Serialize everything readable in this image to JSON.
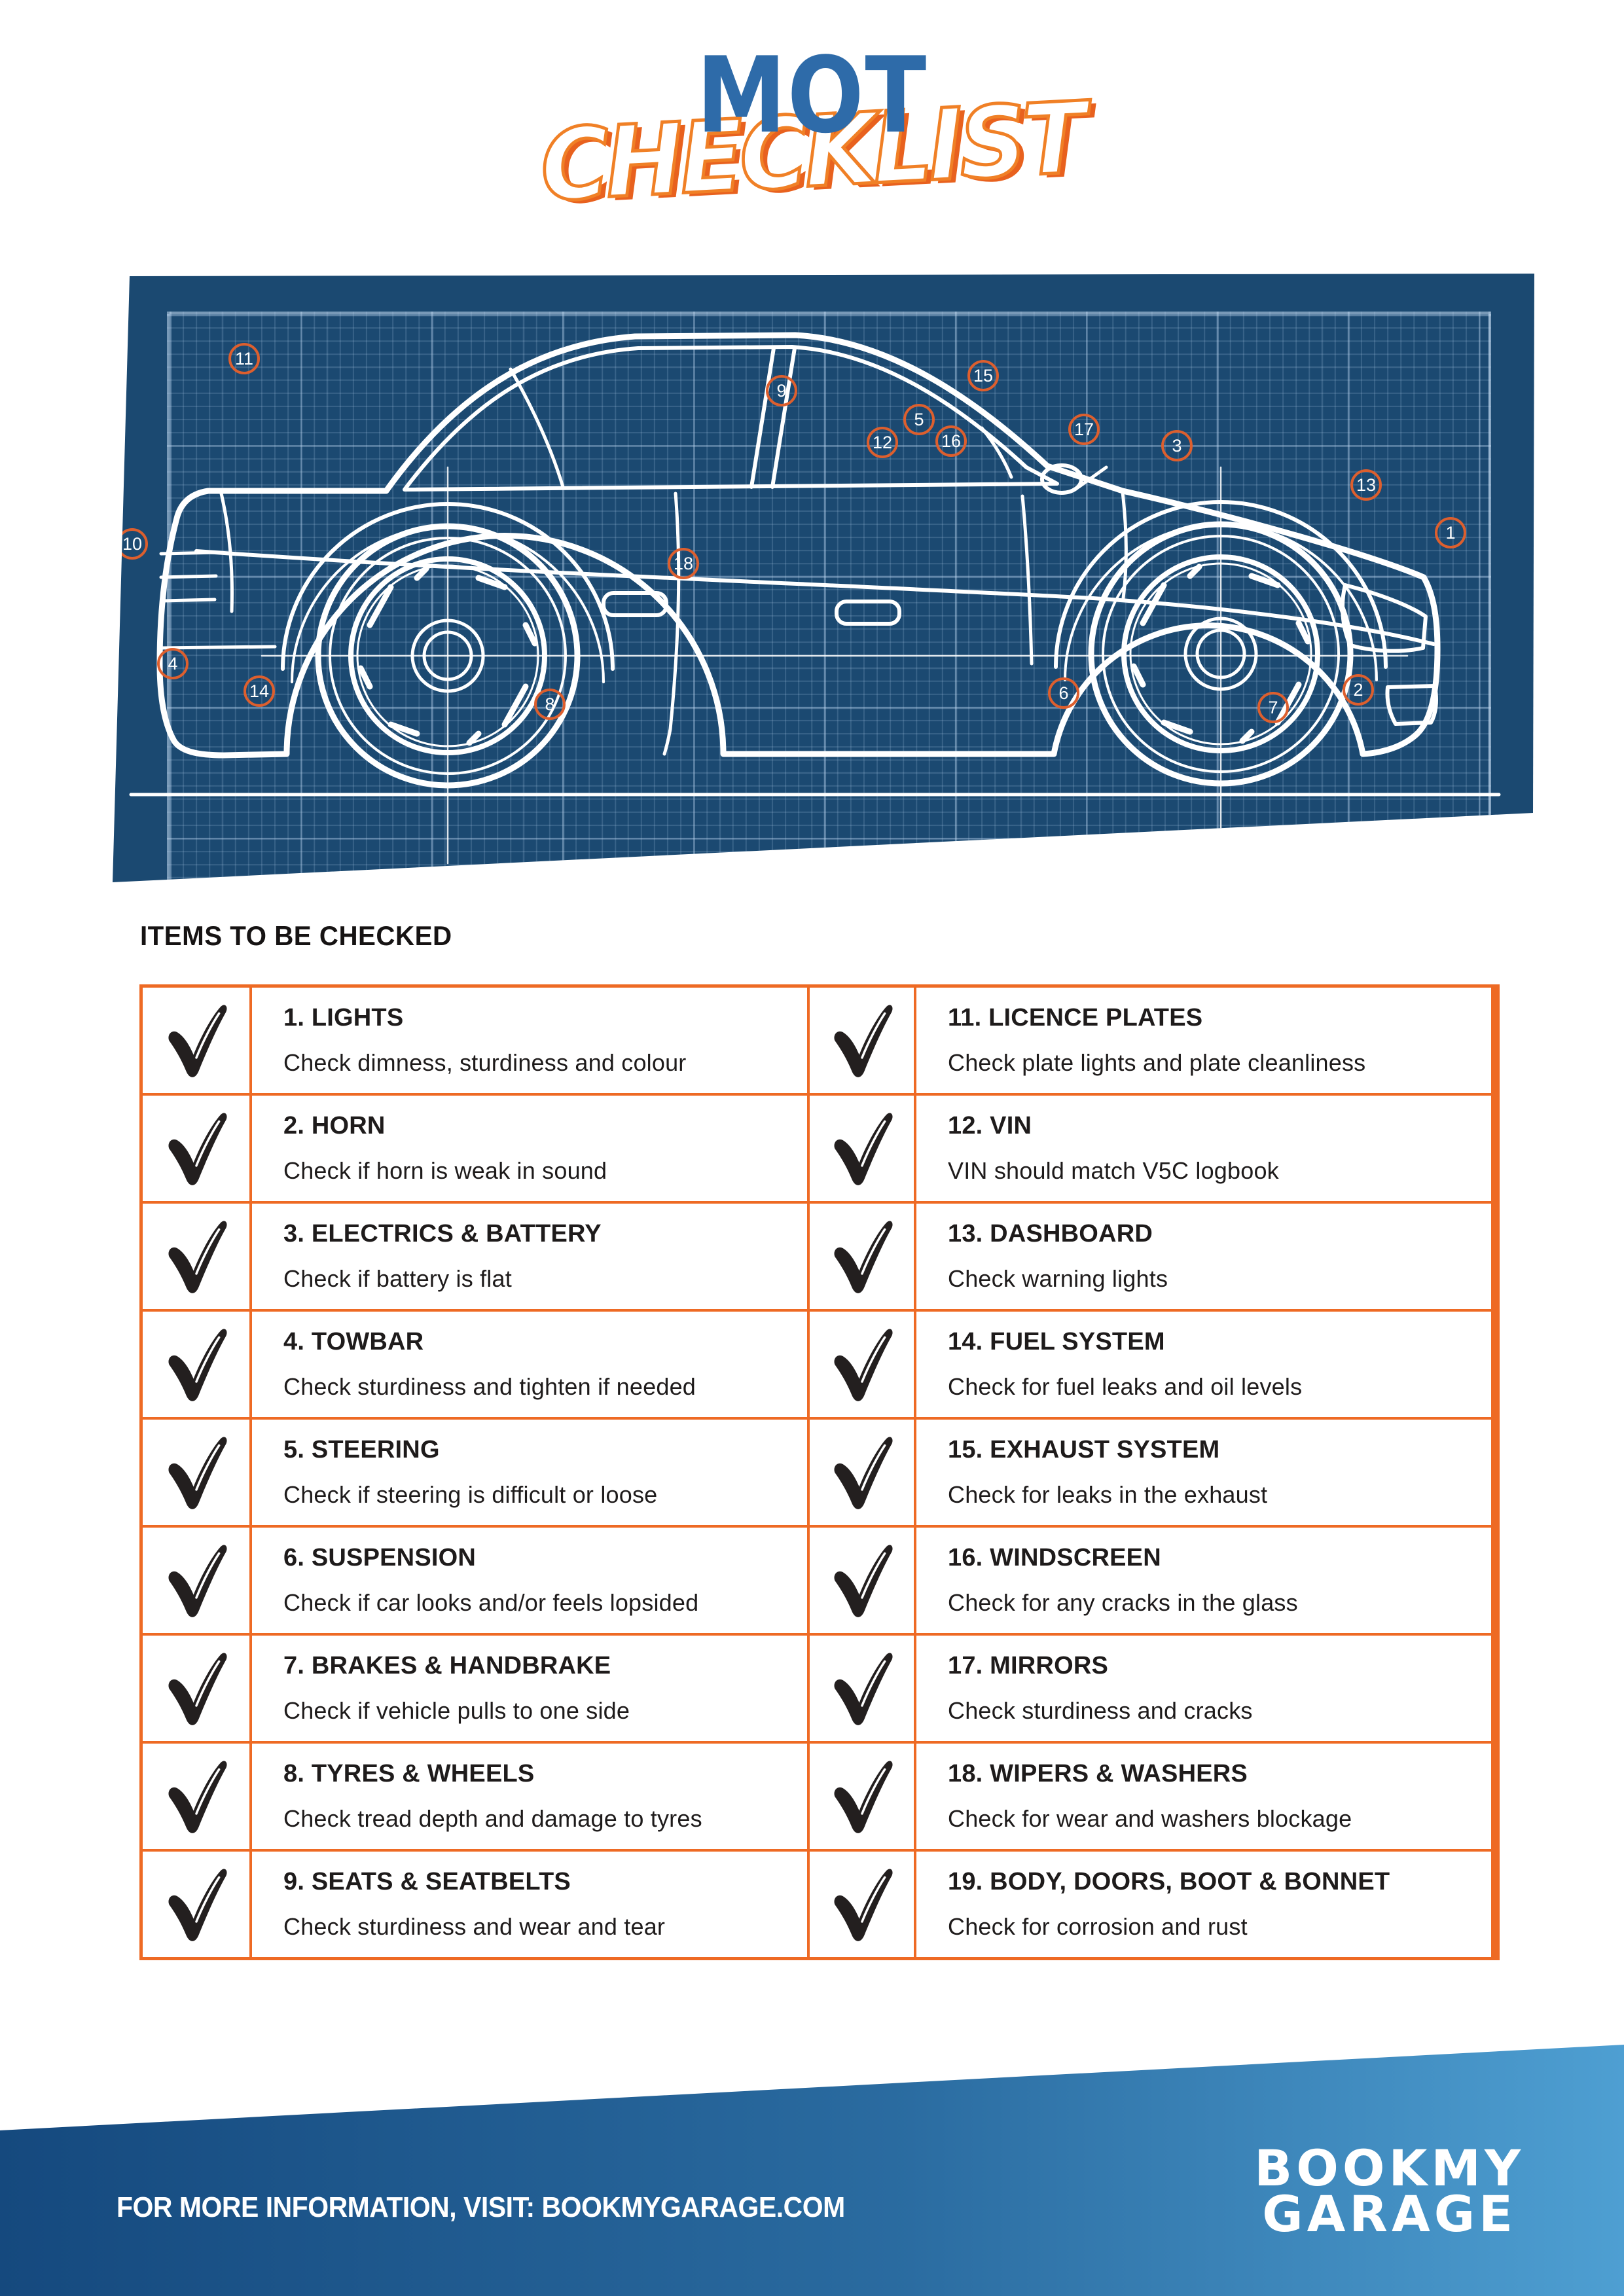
{
  "header": {
    "title": "MOT",
    "subtitle": "CHECKLIST"
  },
  "colors": {
    "title_blue": "#2e6ba9",
    "subtitle_orange": "#f08026",
    "blueprint_navy": "#1b4971",
    "table_border_orange": "#ee6a24",
    "marker_orange": "#dd5f2e",
    "text_black": "#1e1b1b",
    "footer_gradient_left": "#15497e",
    "footer_gradient_right": "#4e9fd2"
  },
  "blueprint": {
    "markers": [
      {
        "n": "1"
      },
      {
        "n": "2"
      },
      {
        "n": "3"
      },
      {
        "n": "4"
      },
      {
        "n": "5"
      },
      {
        "n": "6"
      },
      {
        "n": "7"
      },
      {
        "n": "8"
      },
      {
        "n": "9"
      },
      {
        "n": "10"
      },
      {
        "n": "11"
      },
      {
        "n": "12"
      },
      {
        "n": "13"
      },
      {
        "n": "14"
      },
      {
        "n": "15"
      },
      {
        "n": "16"
      },
      {
        "n": "17"
      },
      {
        "n": "18"
      }
    ]
  },
  "checklist": {
    "heading": "ITEMS TO BE CHECKED",
    "items_left": [
      {
        "title": "1. LIGHTS",
        "desc": "Check dimness, sturdiness and colour"
      },
      {
        "title": "2. HORN",
        "desc": "Check if horn is weak in sound"
      },
      {
        "title": "3. ELECTRICS & BATTERY",
        "desc": "Check if battery is flat"
      },
      {
        "title": "4. TOWBAR",
        "desc": "Check sturdiness and tighten if needed"
      },
      {
        "title": "5. STEERING",
        "desc": "Check if steering is difficult or loose"
      },
      {
        "title": "6. SUSPENSION",
        "desc": "Check if car looks and/or feels lopsided"
      },
      {
        "title": "7. BRAKES & HANDBRAKE",
        "desc": "Check if vehicle pulls to one side"
      },
      {
        "title": "8. TYRES & WHEELS",
        "desc": "Check tread depth and damage to tyres"
      },
      {
        "title": "9. SEATS & SEATBELTS",
        "desc": "Check sturdiness and wear and tear"
      }
    ],
    "items_right": [
      {
        "title": "11. LICENCE PLATES",
        "desc": "Check plate lights and plate cleanliness"
      },
      {
        "title": "12. VIN",
        "desc": "VIN should match V5C logbook"
      },
      {
        "title": "13. DASHBOARD",
        "desc": "Check warning lights"
      },
      {
        "title": "14. FUEL SYSTEM",
        "desc": "Check for fuel leaks and oil levels"
      },
      {
        "title": "15. EXHAUST SYSTEM",
        "desc": "Check for leaks in the exhaust"
      },
      {
        "title": "16. WINDSCREEN",
        "desc": "Check for any cracks in the glass"
      },
      {
        "title": "17. MIRRORS",
        "desc": "Check sturdiness and cracks"
      },
      {
        "title": "18. WIPERS & WASHERS",
        "desc": "Check for wear and washers blockage"
      },
      {
        "title": "19. BODY, DOORS, BOOT & BONNET",
        "desc": "Check for corrosion and rust"
      }
    ]
  },
  "footer": {
    "info": "FOR MORE INFORMATION, VISIT: BOOKMYGARAGE.COM",
    "logo_line1": "BOOKMY",
    "logo_line2": "GARAGE"
  }
}
